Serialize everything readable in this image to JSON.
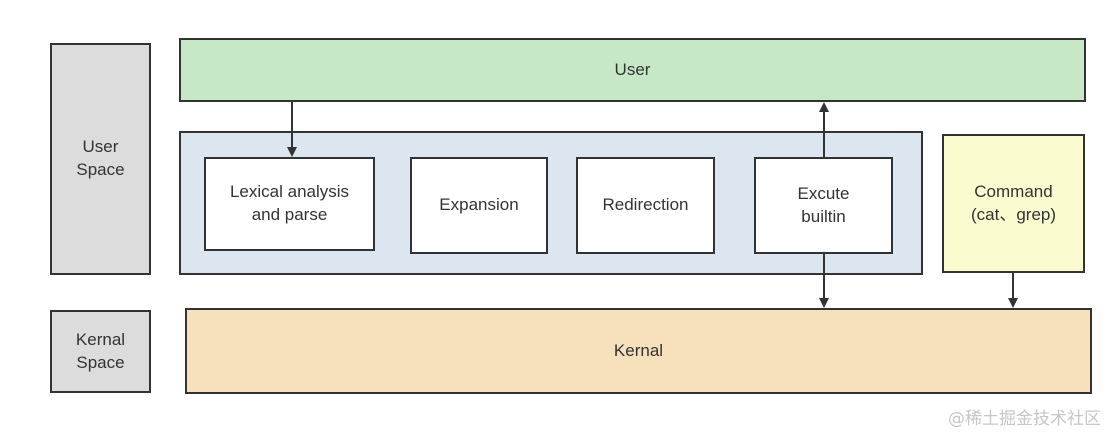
{
  "labels": {
    "user_space": "User\nSpace",
    "kernel_space": "Kernal\nSpace",
    "user": "User",
    "lexical": "Lexical analysis\nand parse",
    "expansion": "Expansion",
    "redirection": "Redirection",
    "builtin": "Excute\nbuiltin",
    "command": "Command\n(cat、grep)",
    "kernel": "Kernal"
  },
  "watermark": "@稀土掘金技术社区",
  "colors": {
    "user_bar": "#c6e8c6",
    "shell_container": "#dce6f0",
    "command_box": "#fafccf",
    "kernel_bar": "#f7e1bd",
    "space_label": "#dcdcdc",
    "border": "#333333"
  }
}
